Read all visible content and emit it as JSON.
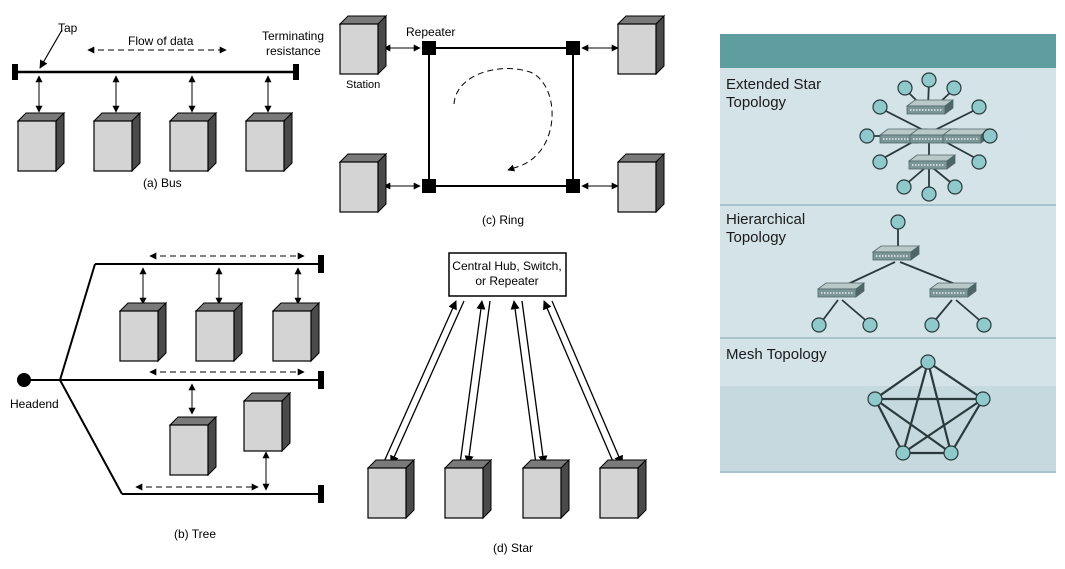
{
  "bus": {
    "tap_label": "Tap",
    "flow_label": "Flow of data",
    "terminating_label_line1": "Terminating",
    "terminating_label_line2": "resistance",
    "caption": "(a) Bus"
  },
  "ring": {
    "repeater_label": "Repeater",
    "station_label": "Station",
    "caption": "(c) Ring"
  },
  "tree": {
    "headend_label": "Headend",
    "caption": "(b) Tree"
  },
  "star": {
    "hub_line1": "Central Hub, Switch,",
    "hub_line2": "or Repeater",
    "caption": "(d) Star"
  },
  "topology_panel": {
    "colors": {
      "header": "#5f9ea0",
      "band_light": "#d4e3e8",
      "band_mid": "#c6d9df",
      "node": "#8fc9cc",
      "divider": "#a9c4cc"
    },
    "sections": [
      {
        "title_line1": "Extended Star",
        "title_line2": "Topology"
      },
      {
        "title_line1": "Hierarchical",
        "title_line2": "Topology"
      },
      {
        "title_line1": "Mesh Topology",
        "title_line2": ""
      }
    ]
  }
}
